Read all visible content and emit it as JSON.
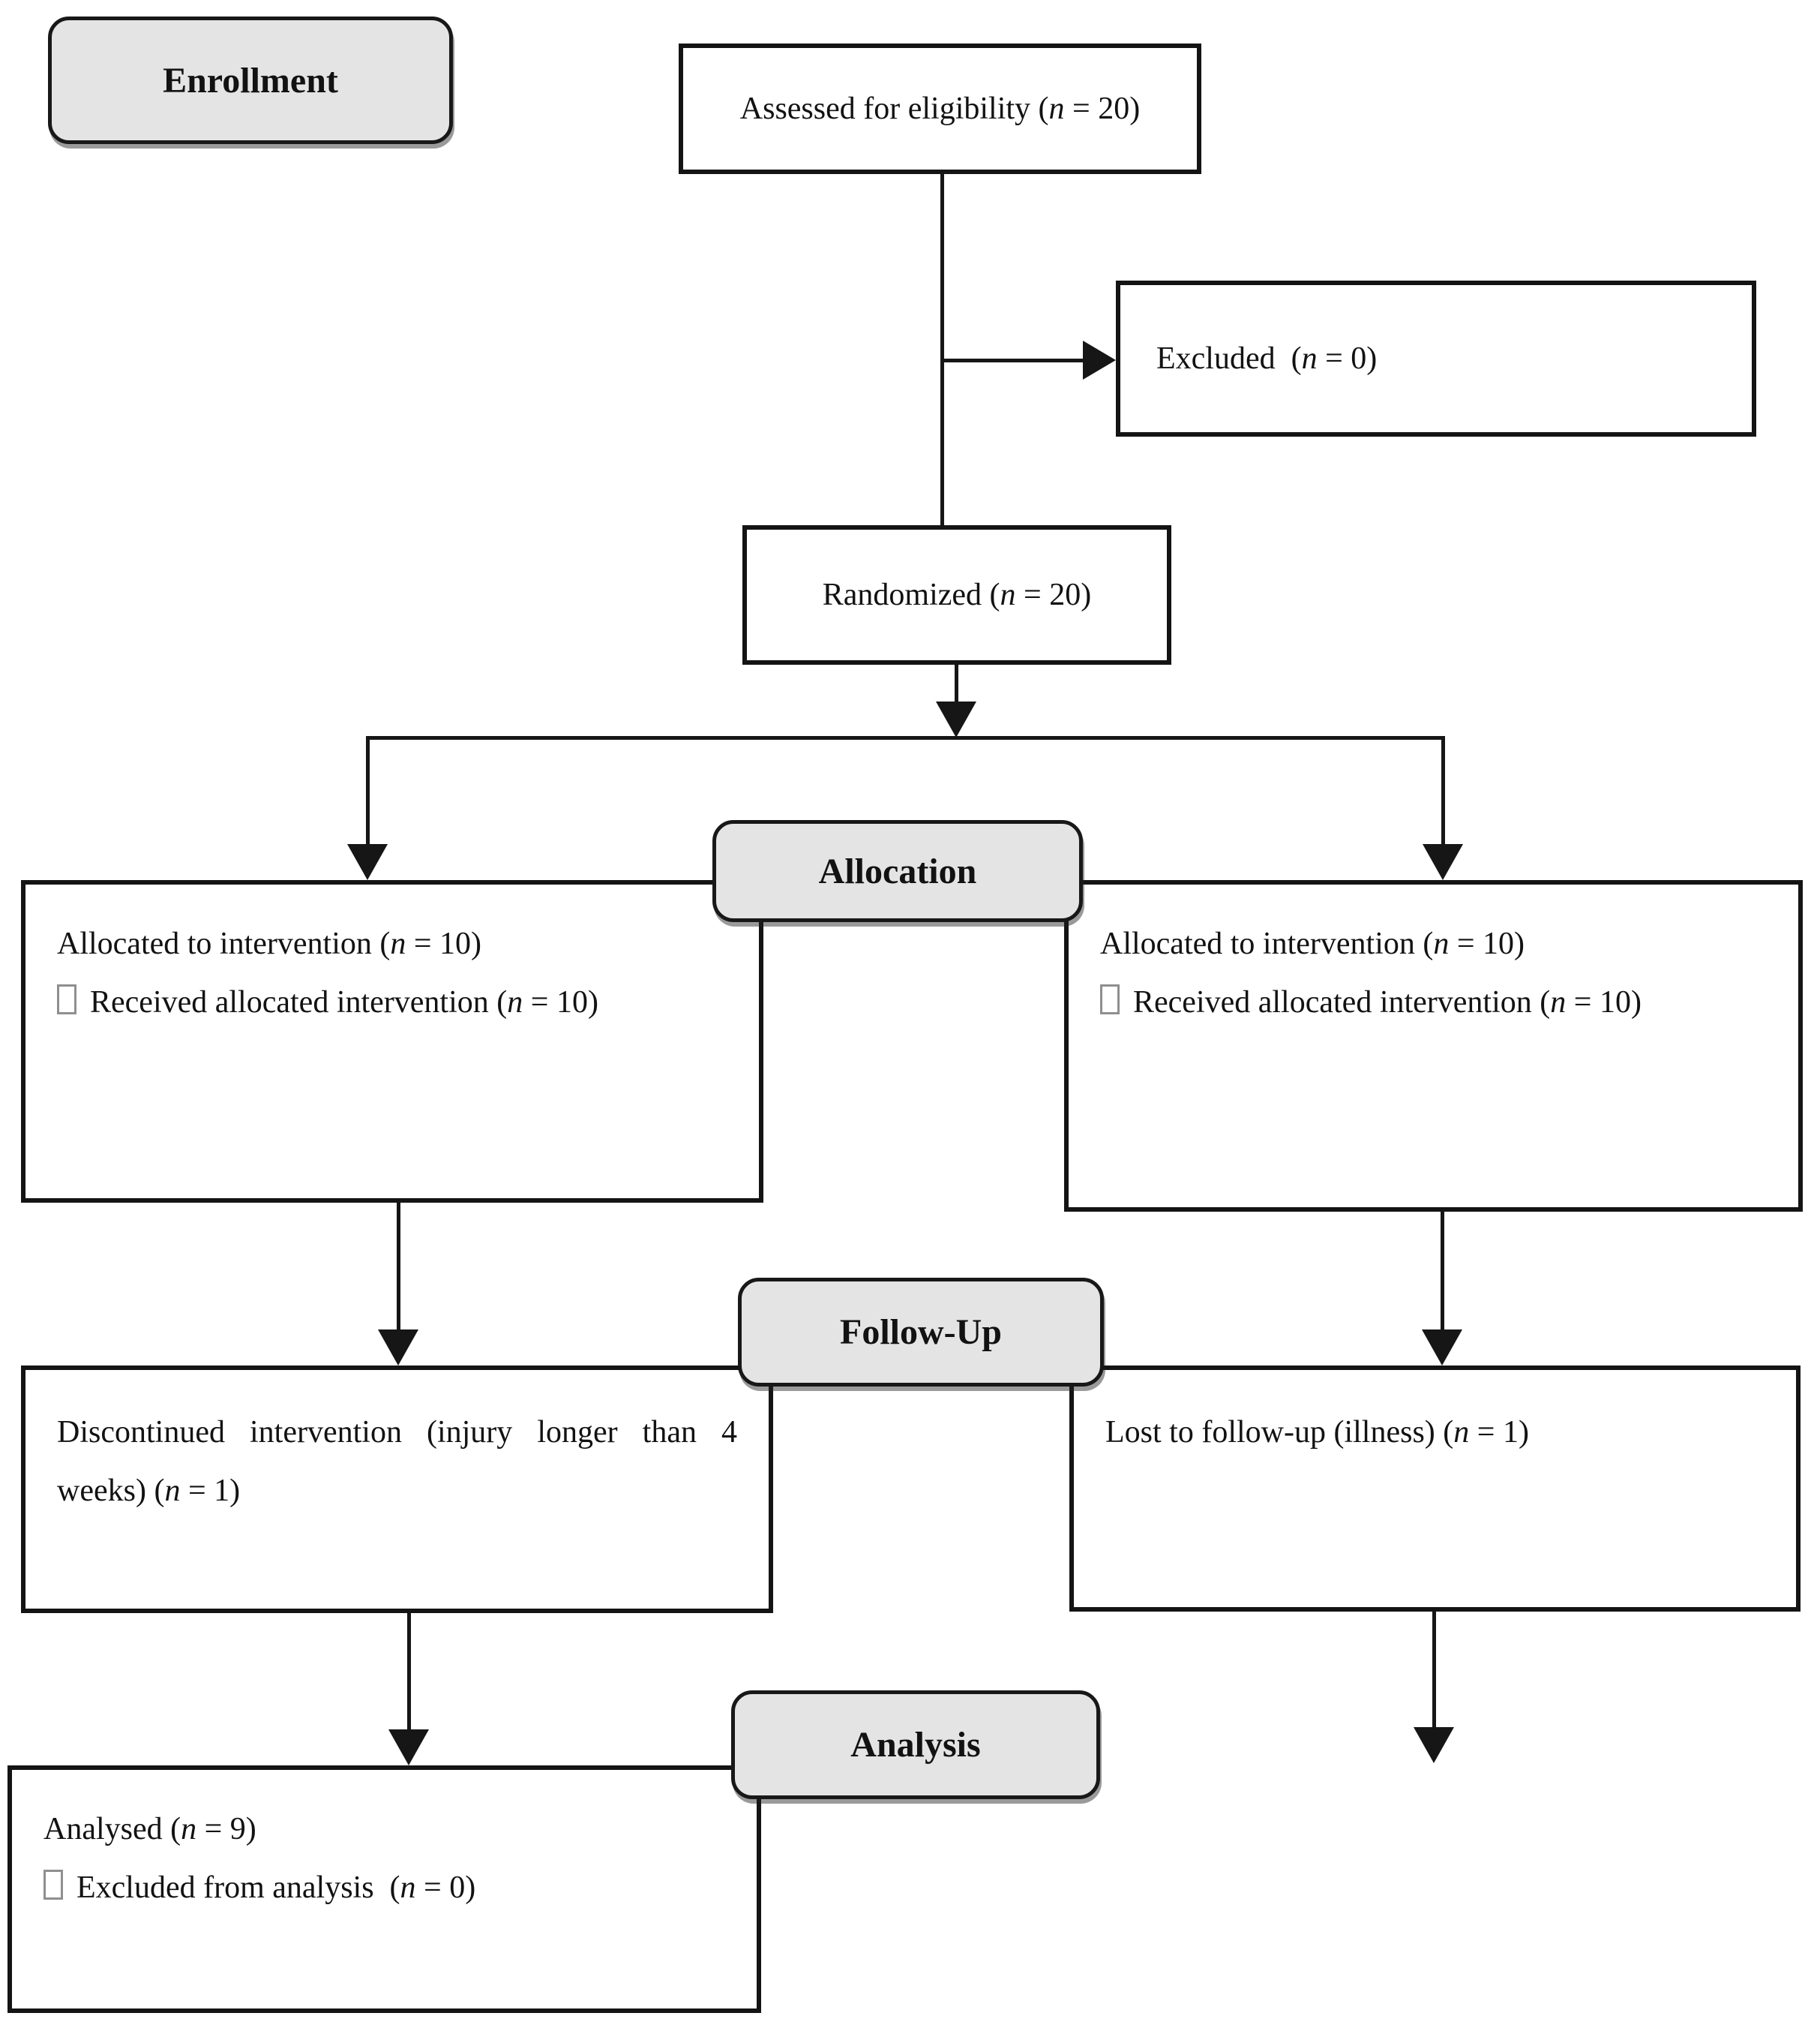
{
  "figure": {
    "type": "consort-flow-diagram"
  },
  "colors": {
    "stage_label_fill": "#e4e4e4",
    "line_color": "#161616",
    "box_border": "#141414"
  },
  "icons": {
    "bullet": "missing-glyph-box"
  },
  "labels": {
    "enrollment": "Enrollment",
    "allocation": "Allocation",
    "followup": "Follow-Up",
    "analysis": "Analysis"
  },
  "boxes": {
    "assessed": {
      "pre": "Assessed for eligibility (",
      "var": "n",
      "post": " = 20)"
    },
    "excluded": {
      "pre": "Excluded  (",
      "var": "n",
      "post": " = 0)"
    },
    "randomized": {
      "pre": "Randomized (",
      "var": "n",
      "post": " = 20)"
    },
    "allocated_left": {
      "line1": {
        "pre": "Allocated to intervention (",
        "var": "n",
        "post": " = 10)"
      },
      "line2": {
        "pre": "Received allocated intervention (",
        "var": "n",
        "post": " = 10)"
      }
    },
    "allocated_right": {
      "line1": {
        "pre": "Allocated to intervention (",
        "var": "n",
        "post": " = 10)"
      },
      "line2": {
        "pre": "Received allocated intervention (",
        "var": "n",
        "post": " = 10)"
      }
    },
    "discontinued": {
      "line1": "Discontinued intervention (injury longer than 4",
      "line2": {
        "pre": "weeks) (",
        "var": "n",
        "post": " = 1)"
      }
    },
    "lost_followup": {
      "pre": "Lost to follow-up (illness) (",
      "var": "n",
      "post": " = 1)"
    },
    "analysed": {
      "line1": {
        "pre": "Analysed (",
        "var": "n",
        "post": " = 9)"
      },
      "line2": {
        "pre": "Excluded from analysis  (",
        "var": "n",
        "post": " = 0)"
      }
    }
  }
}
